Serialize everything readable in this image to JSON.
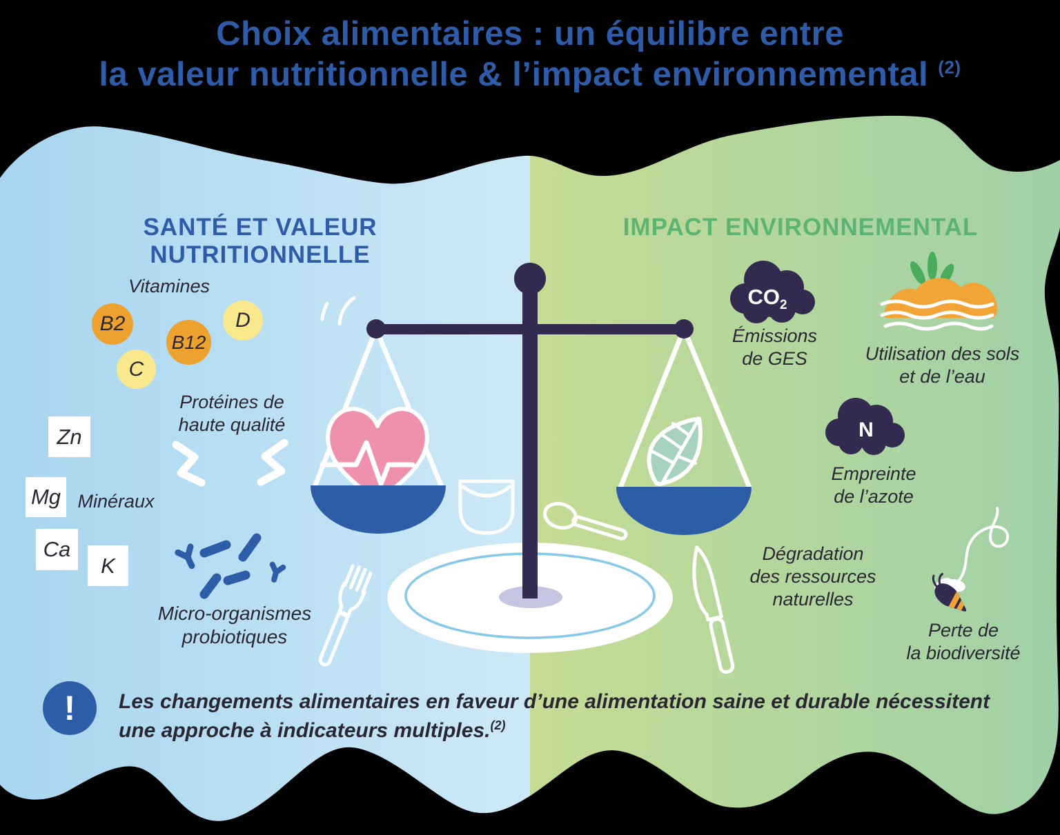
{
  "title": {
    "line1": "Choix alimentaires : un équilibre entre",
    "line2": "la valeur nutritionnelle & l’impact environnemental",
    "sup": "(2)"
  },
  "palette": {
    "title_blue": "#2E5CA9",
    "header_green": "#5BB471",
    "navy": "#322B4F",
    "shape_blue": "#2E5DA8",
    "orange": "#EDA12F",
    "yellow": "#FAE88D",
    "heart_pink": "#EF91AD",
    "leaf_teal": "#A6D2BF",
    "plate_base_lavender": "#C5C5E1",
    "bg_blue_left": "#A7D5EF",
    "bg_blue_right": "#CDE9F7",
    "bg_green_left": "#C5DC94",
    "bg_green_right": "#A0D0A7"
  },
  "left": {
    "header": "SANTÉ ET VALEUR NUTRITIONNELLE",
    "vitamins": {
      "label": "Vitamines",
      "items": [
        {
          "label": "B2"
        },
        {
          "label": "B12"
        },
        {
          "label": "C"
        },
        {
          "label": "D"
        }
      ]
    },
    "minerals": {
      "label": "Minéraux",
      "items": [
        {
          "label": "Zn"
        },
        {
          "label": "Mg"
        },
        {
          "label": "Ca"
        },
        {
          "label": "K"
        }
      ]
    },
    "proteins": {
      "line1": "Protéines de",
      "line2": "haute qualité"
    },
    "probiotics": {
      "line1": "Micro-organismes",
      "line2": "probiotiques"
    }
  },
  "right": {
    "header": "IMPACT ENVIRONNEMENTAL",
    "co2": {
      "text": "CO",
      "sub": "2",
      "label_line1": "Émissions",
      "label_line2": "de GES"
    },
    "land": {
      "label_line1": "Utilisation des sols",
      "label_line2": "et de l’eau"
    },
    "nitrogen": {
      "text": "N",
      "label_line1": "Empreinte",
      "label_line2": "de l’azote"
    },
    "resources": {
      "label_line1": "Dégradation",
      "label_line2": "des ressources",
      "label_line3": "naturelles"
    },
    "biodiversity": {
      "label_line1": "Perte de",
      "label_line2": "la biodiversité"
    }
  },
  "note": {
    "icon": "!",
    "line1": "Les changements alimentaires en faveur d’une alimentation saine et durable nécessitent",
    "line2": "une approche à indicateurs multiples.",
    "sup": "(2)"
  }
}
